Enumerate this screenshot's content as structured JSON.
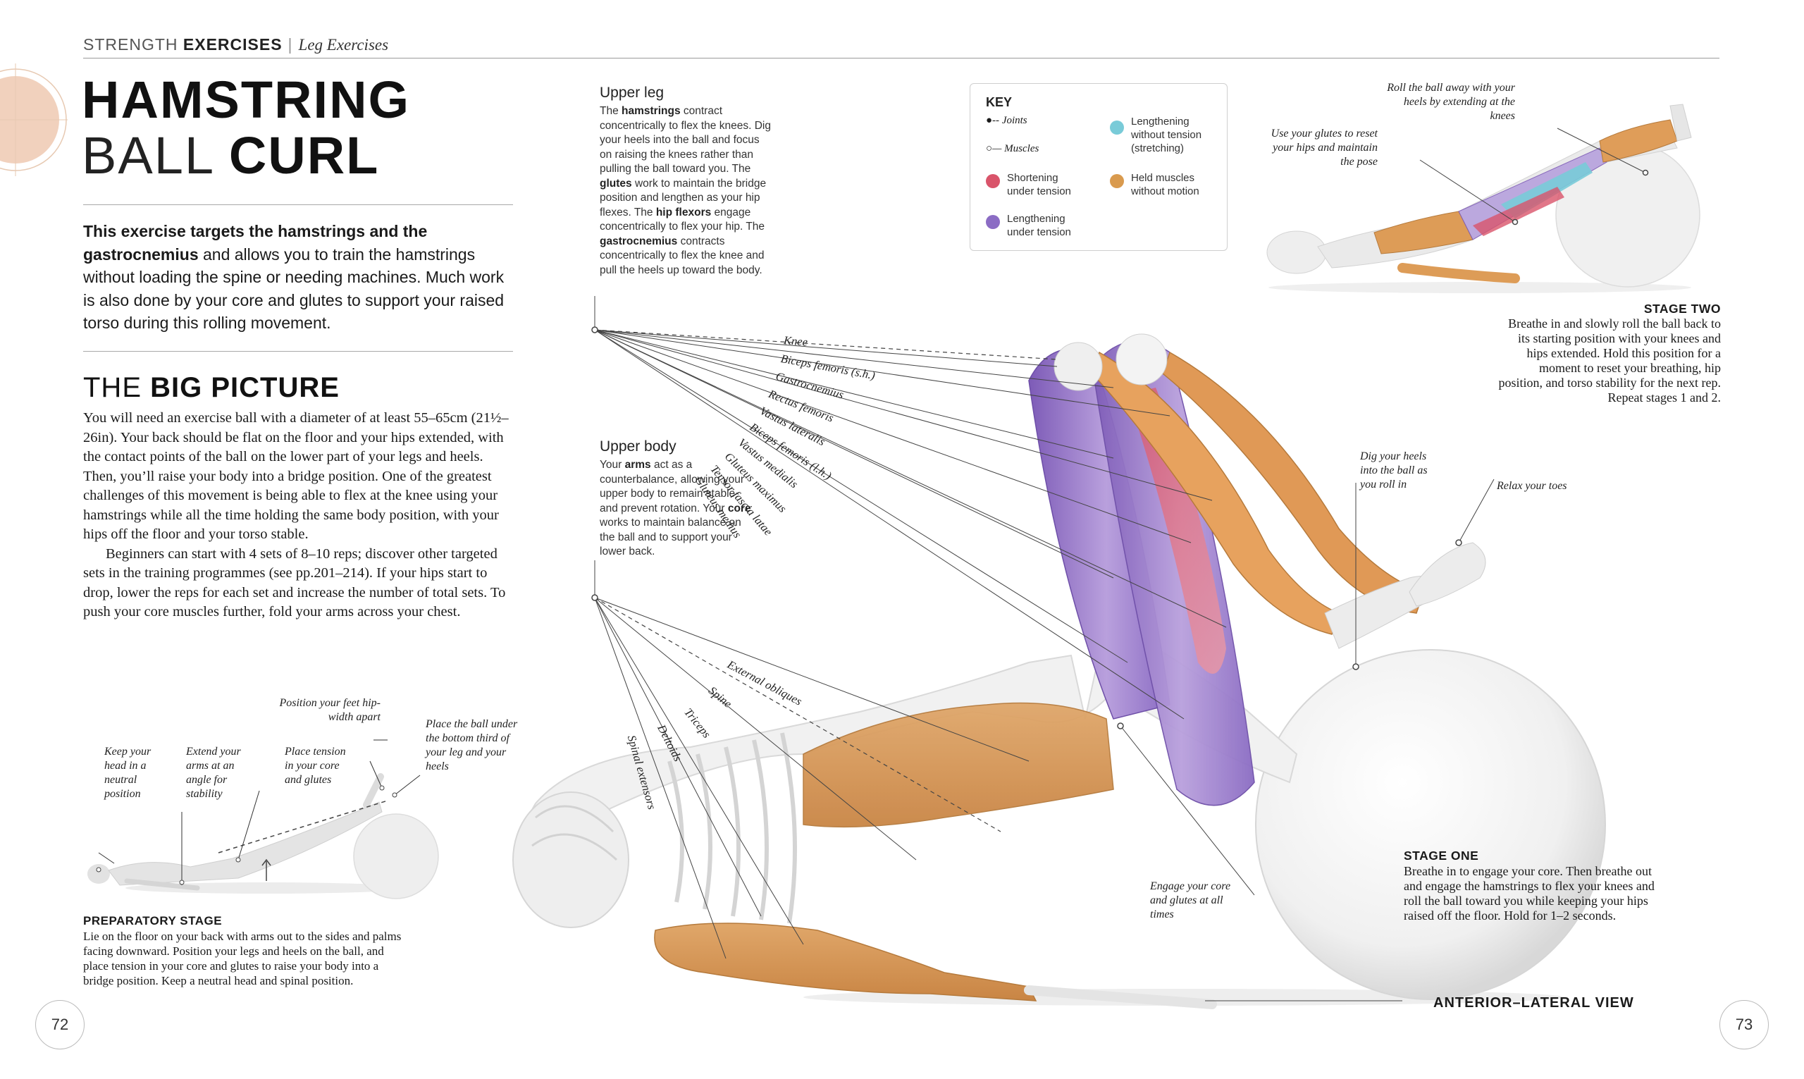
{
  "running_head": {
    "light": "STRENGTH",
    "bold": "EXERCISES",
    "separator": "|",
    "section": "Leg Exercises"
  },
  "title": {
    "line1": "HAMSTRING",
    "line2_light": "BALL",
    "line2_bold": "CURL"
  },
  "intro": {
    "b1": "This exercise targets the hamstrings and the",
    "b2": "gastrocnemius",
    "rest": " and allows you to train the hamstrings without loading the spine or needing machines. Much work is also done by your core and glutes to support your raised torso during this rolling movement."
  },
  "big_picture": {
    "heading_light": "THE",
    "heading_bold": "BIG PICTURE",
    "para1": "You will need an exercise ball with a diameter of at least 55–65cm (21½–26in). Your back should be flat on the floor and your hips extended, with the contact points of the ball on the lower part of your legs and heels. Then, you’ll raise your body into a bridge position. One of the greatest challenges of this movement is being able to flex at the knee using your hamstrings while all the time holding the same body position, with your hips off the floor and your torso stable.",
    "para2": "Beginners can start with 4 sets of 8–10 reps; discover other targeted sets in the training programmes (see pp.201–214). If your hips start to drop, lower the reps for each set and increase the number of total sets. To push your core muscles further, fold your arms across your chest."
  },
  "prep_labels": {
    "feet": "Position your feet hip-width apart",
    "ball": "Place the ball under the bottom third of your leg and your heels",
    "head": "Keep your head in a neutral position",
    "arms": "Extend your arms at an angle for stability",
    "core": "Place tension in your core and glutes"
  },
  "prep_stage": {
    "heading": "PREPARATORY STAGE",
    "text": "Lie on the floor on your back with arms out to the sides and palms facing downward. Position your legs and heels on the ball, and place tension in your core and glutes to raise your body into a bridge position. Keep a neutral head and spinal position."
  },
  "page_numbers": {
    "left": "72",
    "right": "73"
  },
  "upper_leg": {
    "heading": "Upper leg",
    "t1": "The ",
    "b1": "hamstrings",
    "t2": " contract concentrically to flex the knees. Dig your heels into the ball and focus on raising the knees rather than pulling the ball toward you. The ",
    "b2": "glutes",
    "t3": " work to maintain the bridge position and lengthen as your hip flexes. The ",
    "b3": "hip flexors",
    "t4": " engage concentrically to flex your hip. The ",
    "b4": "gastrocnemius",
    "t5": " contracts concentrically to flex the knee and pull the heels up toward the body."
  },
  "upper_body": {
    "heading": "Upper body",
    "t1": "Your ",
    "b1": "arms",
    "t2": " act as a counterbalance, allowing your upper body to remain stable and prevent rotation. Your ",
    "b2": "core",
    "t3": " works to maintain balance on the ball and to support your lower back."
  },
  "key": {
    "title": "KEY",
    "joints": "Joints",
    "muscles": "Muscles",
    "shortening": "Shortening under tension",
    "lengthening_tension": "Lengthening under tension",
    "lengthening_no_tension": "Lengthening without tension (stretching)",
    "held": "Held muscles without motion",
    "colors": {
      "shortening": "#d9546a",
      "lengthening_tension": "#8b6cc4",
      "lengthening_no_tension": "#79cbd8",
      "held": "#d99a4e"
    }
  },
  "leg_muscles": [
    "Knee",
    "Biceps femoris (s.h.)",
    "Gastrocnemius",
    "Rectus femoris",
    "Vastus lateralis",
    "Biceps femoris (l.h.)",
    "Vastus medialis",
    "Gluteus maximus",
    "Tensor fascia latae",
    "Gluteus medius"
  ],
  "body_muscles": [
    "External obliques",
    "Spine",
    "Triceps",
    "Deltoids",
    "Spinal extensors"
  ],
  "stage_two": {
    "heading": "STAGE TWO",
    "text": "Breathe in and slowly roll the ball back to its starting position with your knees and hips extended. Hold this position for a moment to reset your breathing, hip position, and torso stability for the next rep. Repeat stages 1 and 2.",
    "label_roll": "Roll the ball away with your heels by extending at the knees",
    "label_glutes": "Use your glutes to reset your hips and maintain the pose"
  },
  "main_labels": {
    "dig": "Dig your heels into the ball as you roll in",
    "toes": "Relax your toes",
    "engage": "Engage your core and glutes at all times"
  },
  "stage_one": {
    "heading": "STAGE ONE",
    "text": "Breathe in to engage your core. Then breathe out and engage the hamstrings to flex your knees and roll the ball toward you while keeping your hips raised off the floor. Hold for 1–2 seconds."
  },
  "view_label": "ANTERIOR–LATERAL VIEW"
}
